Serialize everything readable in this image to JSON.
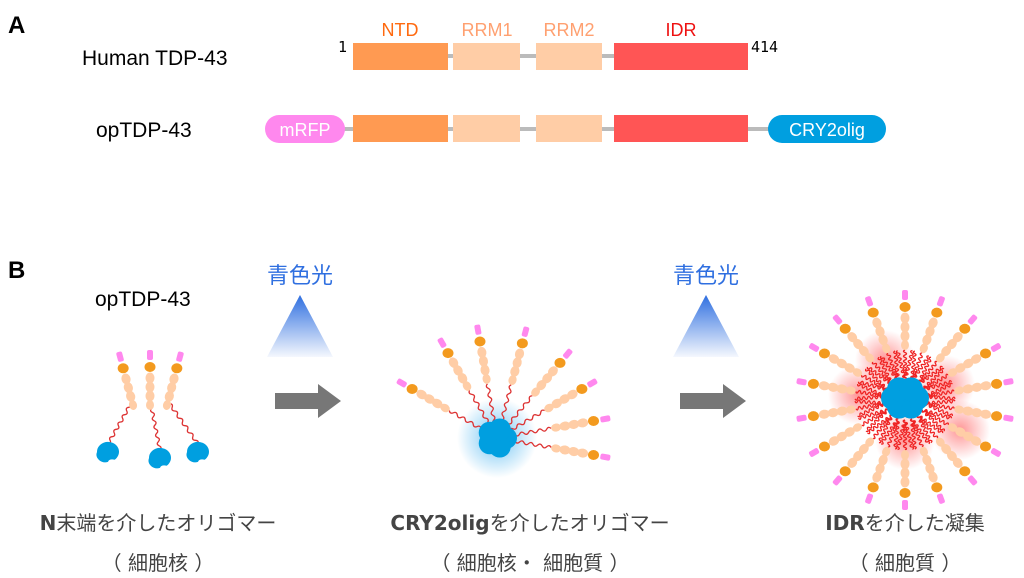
{
  "panel_a": {
    "letter": "A",
    "human_label": "Human TDP-43",
    "op_label": "opTDP-43",
    "start": "1",
    "end": "414",
    "domains": {
      "ntd": "NTD",
      "rrm1": "RRM1",
      "rrm2": "RRM2",
      "idr": "IDR"
    },
    "mrfp": "mRFP",
    "cry2": "CRY2olig"
  },
  "panel_b": {
    "letter": "B",
    "op_label": "opTDP-43",
    "light1": "青色光",
    "light2": "青色光",
    "state1": {
      "title_bold": "N",
      "title": "末端を介したオリゴマー",
      "loc": "（ 細胞核 ）"
    },
    "state2": {
      "title_bold": "CRY2olig",
      "title": "を介したオリゴマー",
      "loc": "（ 細胞核・ 細胞質 ）"
    },
    "state3": {
      "title_bold": "IDR",
      "title": "を介した凝集",
      "loc": "（ 細胞質 ）"
    }
  },
  "colors": {
    "ntd": "#ff9a52",
    "rrm": "#ffcda6",
    "idr": "#ff5555",
    "mrfp": "#ff88ee",
    "cry2": "#009fe0",
    "linker": "#bbbbbb",
    "light": "#2f6fe0",
    "arrow": "#777777"
  }
}
